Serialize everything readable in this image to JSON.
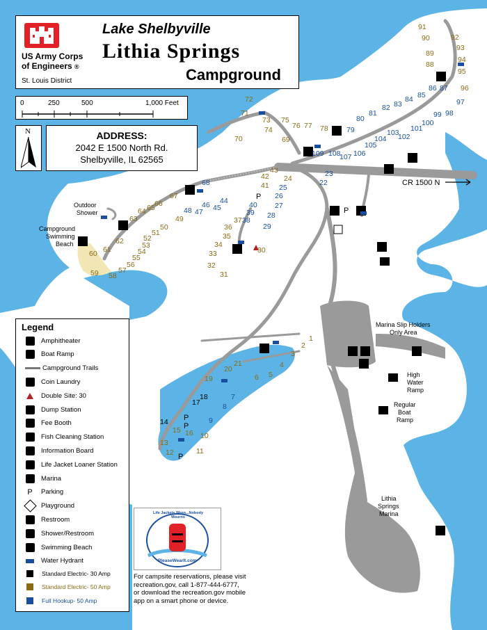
{
  "header": {
    "park": "Lake Shelbyville",
    "campground": "Lithia Springs",
    "campground_suffix": "Campground",
    "agency_line1": "US Army Corps",
    "agency_line2": "of Engineers",
    "registered": "®",
    "district": "St. Louis District"
  },
  "scale": {
    "labels": [
      "0",
      "250",
      "500",
      "1,000 Feet"
    ]
  },
  "compass": {
    "label": "N"
  },
  "address": {
    "heading": "ADDRESS:",
    "line1": "2042 E 1500 North Rd.",
    "line2": "Shelbyville, IL 62565"
  },
  "road_label": "CR 1500 N",
  "places": {
    "outdoor_shower": "Outdoor Shower",
    "swim_beach": "Campground Swimming Beach",
    "marina_slip": "Marina Slip Holders Only Area",
    "high_water": "High Water Ramp",
    "regular_ramp": "Regular Boat Ramp",
    "marina": "Lithia Springs Marina",
    "parking": "P"
  },
  "legend": {
    "title": "Legend",
    "items": [
      {
        "label": "Amphitheater",
        "icon": "amphitheater-icon"
      },
      {
        "label": "Boat Ramp",
        "icon": "boat-ramp-icon"
      },
      {
        "label": "Campground Trails",
        "icon": "trail-line-icon"
      },
      {
        "label": "Coin Laundry",
        "icon": "laundry-icon"
      },
      {
        "label": "Double Site: 30",
        "icon": "double-site-icon"
      },
      {
        "label": "Dump Station",
        "icon": "dump-station-icon"
      },
      {
        "label": "Fee Booth",
        "icon": "fee-booth-icon"
      },
      {
        "label": "Fish Cleaning Station",
        "icon": "fish-cleaning-icon"
      },
      {
        "label": "Information Board",
        "icon": "info-board-icon"
      },
      {
        "label": "Life Jacket Loaner Station",
        "icon": "life-jacket-icon"
      },
      {
        "label": "Marina",
        "icon": "marina-icon"
      },
      {
        "label": "Parking",
        "icon": "parking-icon"
      },
      {
        "label": "Playground",
        "icon": "playground-icon"
      },
      {
        "label": "Restroom",
        "icon": "restroom-icon"
      },
      {
        "label": "Shower/Restroom",
        "icon": "shower-icon"
      },
      {
        "label": "Swimming Beach",
        "icon": "swimming-icon"
      },
      {
        "label": "Water Hydrant",
        "icon": "hydrant-icon"
      },
      {
        "label": "Standard Electric- 30 Amp",
        "icon": "none",
        "color": "#000000"
      },
      {
        "label": "Standard Electric- 50 Amp",
        "icon": "none",
        "color": "#8a6a13"
      },
      {
        "label": "Full Hookup- 50 Amp",
        "icon": "none",
        "color": "#1a4fa0"
      }
    ]
  },
  "life_jacket_banner": {
    "arc_text": "Life Jackets Worn...Nobody Mourns",
    "url": "PleaseWearIt.com"
  },
  "reservation": {
    "line1": "For campsite reservations, please visit",
    "line2": "recreation.gov, call 1-877-444-6777,",
    "line3": "or download the recreation.gov mobile",
    "line4": "app on a smart phone or device."
  },
  "colors": {
    "water": "#5bb4e5",
    "road": "#9a9a9a",
    "beach": "#f3e6b5",
    "electric_30": "#000000",
    "electric_50": "#8a6a13",
    "full_hookup": "#1a4fa0",
    "usace_red": "#e22126"
  },
  "sites": [
    {
      "n": "1",
      "c": "s50"
    },
    {
      "n": "2",
      "c": "s50"
    },
    {
      "n": "3",
      "c": "s50"
    },
    {
      "n": "4",
      "c": "s50"
    },
    {
      "n": "5",
      "c": "s50"
    },
    {
      "n": "6",
      "c": "s50"
    },
    {
      "n": "7",
      "c": "sfh"
    },
    {
      "n": "8",
      "c": "sfh"
    },
    {
      "n": "9",
      "c": "sfh"
    },
    {
      "n": "10",
      "c": "s50"
    },
    {
      "n": "11",
      "c": "s50"
    },
    {
      "n": "12",
      "c": "s50"
    },
    {
      "n": "13",
      "c": "s50"
    },
    {
      "n": "14",
      "c": "s30"
    },
    {
      "n": "15",
      "c": "s50"
    },
    {
      "n": "16",
      "c": "s50"
    },
    {
      "n": "17",
      "c": "s30"
    },
    {
      "n": "18",
      "c": "s30"
    },
    {
      "n": "19",
      "c": "s50"
    },
    {
      "n": "20",
      "c": "s50"
    },
    {
      "n": "21",
      "c": "s50"
    },
    {
      "n": "22",
      "c": "sfh"
    },
    {
      "n": "23",
      "c": "sfh"
    },
    {
      "n": "24",
      "c": "s50"
    },
    {
      "n": "25",
      "c": "sfh"
    },
    {
      "n": "26",
      "c": "sfh"
    },
    {
      "n": "27",
      "c": "sfh"
    },
    {
      "n": "28",
      "c": "sfh"
    },
    {
      "n": "29",
      "c": "sfh"
    },
    {
      "n": "30",
      "c": "s50"
    },
    {
      "n": "31",
      "c": "s50"
    },
    {
      "n": "32",
      "c": "s50"
    },
    {
      "n": "33",
      "c": "s50"
    },
    {
      "n": "34",
      "c": "s50"
    },
    {
      "n": "35",
      "c": "s50"
    },
    {
      "n": "36",
      "c": "s50"
    },
    {
      "n": "37",
      "c": "s50"
    },
    {
      "n": "38",
      "c": "sfh"
    },
    {
      "n": "39",
      "c": "sfh"
    },
    {
      "n": "40",
      "c": "sfh"
    },
    {
      "n": "41",
      "c": "s50"
    },
    {
      "n": "42",
      "c": "s50"
    },
    {
      "n": "43",
      "c": "s50"
    },
    {
      "n": "44",
      "c": "sfh"
    },
    {
      "n": "45",
      "c": "sfh"
    },
    {
      "n": "46",
      "c": "sfh"
    },
    {
      "n": "47",
      "c": "sfh"
    },
    {
      "n": "48",
      "c": "sfh"
    },
    {
      "n": "49",
      "c": "s50"
    },
    {
      "n": "50",
      "c": "s50"
    },
    {
      "n": "51",
      "c": "s50"
    },
    {
      "n": "52",
      "c": "s50"
    },
    {
      "n": "53",
      "c": "s50"
    },
    {
      "n": "54",
      "c": "s50"
    },
    {
      "n": "55",
      "c": "s50"
    },
    {
      "n": "56",
      "c": "s50"
    },
    {
      "n": "57",
      "c": "s50"
    },
    {
      "n": "58",
      "c": "s50"
    },
    {
      "n": "59",
      "c": "s50"
    },
    {
      "n": "60",
      "c": "s50"
    },
    {
      "n": "61",
      "c": "s50"
    },
    {
      "n": "62",
      "c": "s50"
    },
    {
      "n": "63",
      "c": "s50"
    },
    {
      "n": "64",
      "c": "s50"
    },
    {
      "n": "65",
      "c": "s50"
    },
    {
      "n": "66",
      "c": "s50"
    },
    {
      "n": "67",
      "c": "s50"
    },
    {
      "n": "68",
      "c": "sfh"
    },
    {
      "n": "69",
      "c": "s50"
    },
    {
      "n": "70",
      "c": "s50"
    },
    {
      "n": "71",
      "c": "s50"
    },
    {
      "n": "72",
      "c": "s50"
    },
    {
      "n": "73",
      "c": "s50"
    },
    {
      "n": "74",
      "c": "s50"
    },
    {
      "n": "75",
      "c": "s50"
    },
    {
      "n": "76",
      "c": "s50"
    },
    {
      "n": "77",
      "c": "s50"
    },
    {
      "n": "78",
      "c": "s50"
    },
    {
      "n": "79",
      "c": "sfh"
    },
    {
      "n": "80",
      "c": "sfh"
    },
    {
      "n": "81",
      "c": "sfh"
    },
    {
      "n": "82",
      "c": "sfh"
    },
    {
      "n": "83",
      "c": "sfh"
    },
    {
      "n": "84",
      "c": "sfh"
    },
    {
      "n": "85",
      "c": "sfh"
    },
    {
      "n": "86",
      "c": "sfh"
    },
    {
      "n": "87",
      "c": "sfh"
    },
    {
      "n": "88",
      "c": "s50"
    },
    {
      "n": "89",
      "c": "s50"
    },
    {
      "n": "90",
      "c": "s50"
    },
    {
      "n": "91",
      "c": "s50"
    },
    {
      "n": "92",
      "c": "s50"
    },
    {
      "n": "93",
      "c": "s50"
    },
    {
      "n": "94",
      "c": "s50"
    },
    {
      "n": "95",
      "c": "s50"
    },
    {
      "n": "96",
      "c": "s50"
    },
    {
      "n": "97",
      "c": "sfh"
    },
    {
      "n": "98",
      "c": "sfh"
    },
    {
      "n": "99",
      "c": "sfh"
    },
    {
      "n": "100",
      "c": "sfh"
    },
    {
      "n": "101",
      "c": "sfh"
    },
    {
      "n": "102",
      "c": "sfh"
    },
    {
      "n": "103",
      "c": "sfh"
    },
    {
      "n": "104",
      "c": "sfh"
    },
    {
      "n": "105",
      "c": "sfh"
    },
    {
      "n": "106",
      "c": "sfh"
    },
    {
      "n": "107",
      "c": "sfh"
    },
    {
      "n": "108",
      "c": "sfh"
    },
    {
      "n": "109",
      "c": "sfh"
    }
  ]
}
